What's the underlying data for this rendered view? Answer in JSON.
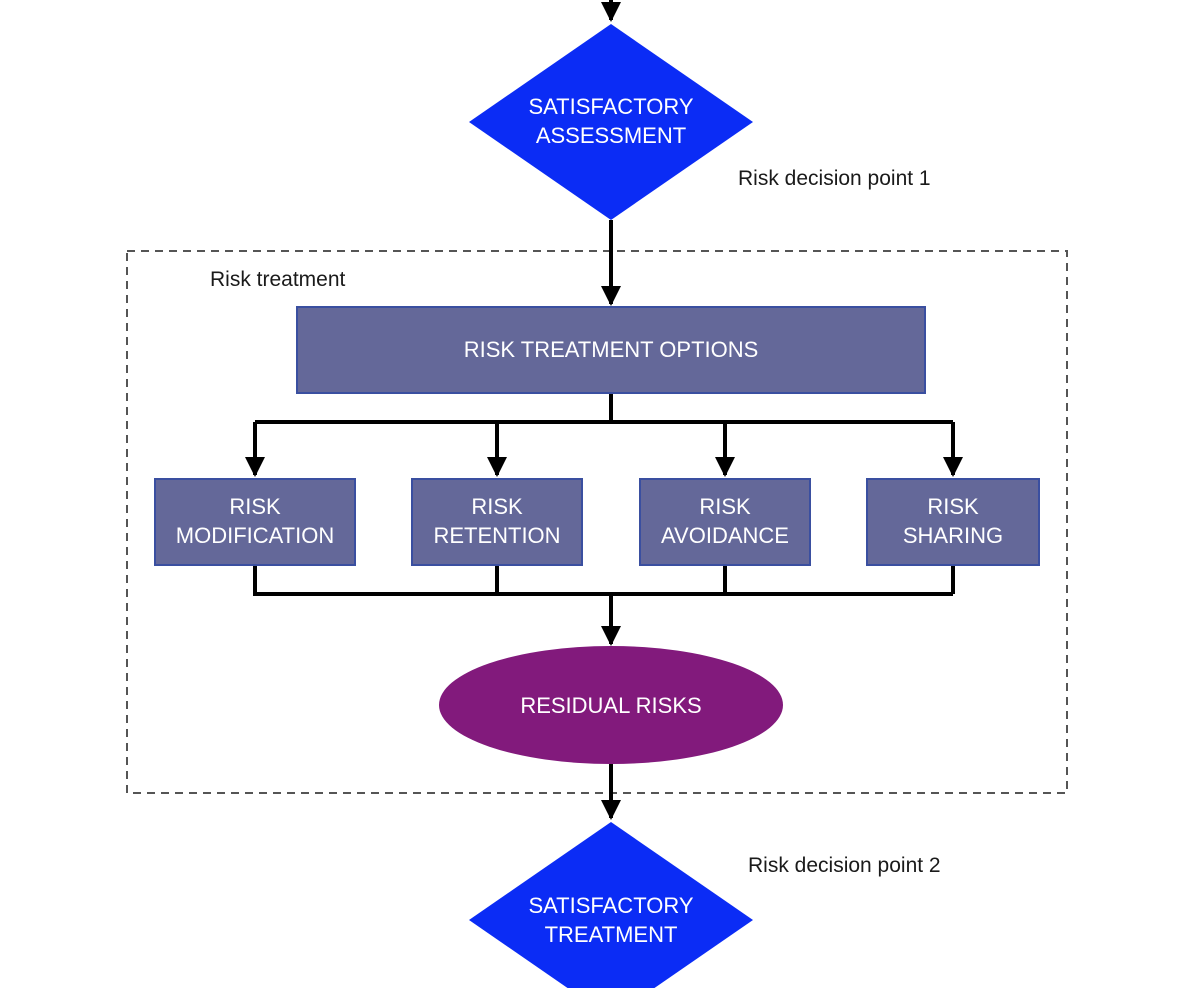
{
  "colors": {
    "decision_fill": "#0b2cf5",
    "process_fill": "#646899",
    "process_stroke": "#3a4fa0",
    "residual_fill": "#821a7c",
    "connector": "#000000",
    "boundary": "#555555"
  },
  "decision_top": {
    "line1": "SATISFACTORY",
    "line2": "ASSESSMENT"
  },
  "decision_point_1": "Risk decision point 1",
  "treatment_group_label": "Risk treatment",
  "treatment_options": "RISK TREATMENT OPTIONS",
  "options": [
    {
      "line1": "RISK",
      "line2": "MODIFICATION"
    },
    {
      "line1": "RISK",
      "line2": "RETENTION"
    },
    {
      "line1": "RISK",
      "line2": "AVOIDANCE"
    },
    {
      "line1": "RISK",
      "line2": "SHARING"
    }
  ],
  "residual_risks": "RESIDUAL RISKS",
  "decision_point_2": "Risk decision point 2",
  "decision_bottom": {
    "line1": "SATISFACTORY",
    "line2": "TREATMENT"
  }
}
